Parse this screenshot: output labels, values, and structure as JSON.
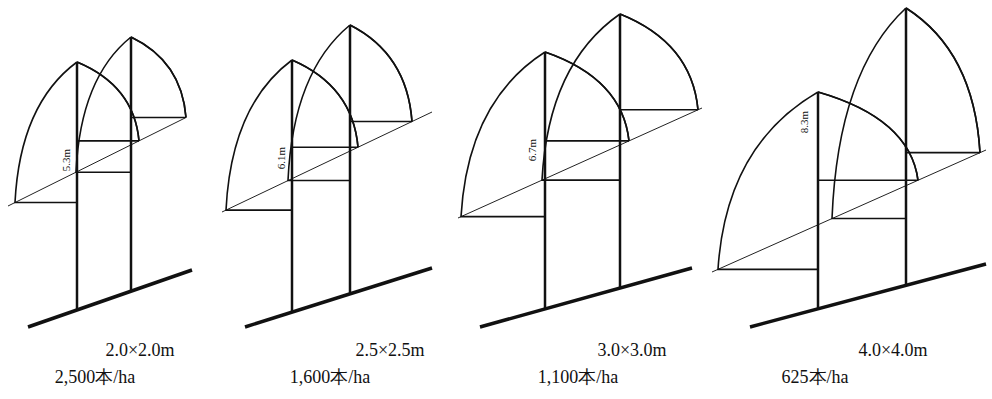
{
  "diagram": {
    "labels": [
      "5.3m",
      "6.1m",
      "6.7m",
      "8.3m",
      "2.0×2.0m",
      "2,500本/ha",
      "2.5×2.5m",
      "1,600本/ha",
      "3.0×3.0m",
      "1,100本/ha",
      "4.0×4.0m",
      "625本/ha"
    ]
  }
}
